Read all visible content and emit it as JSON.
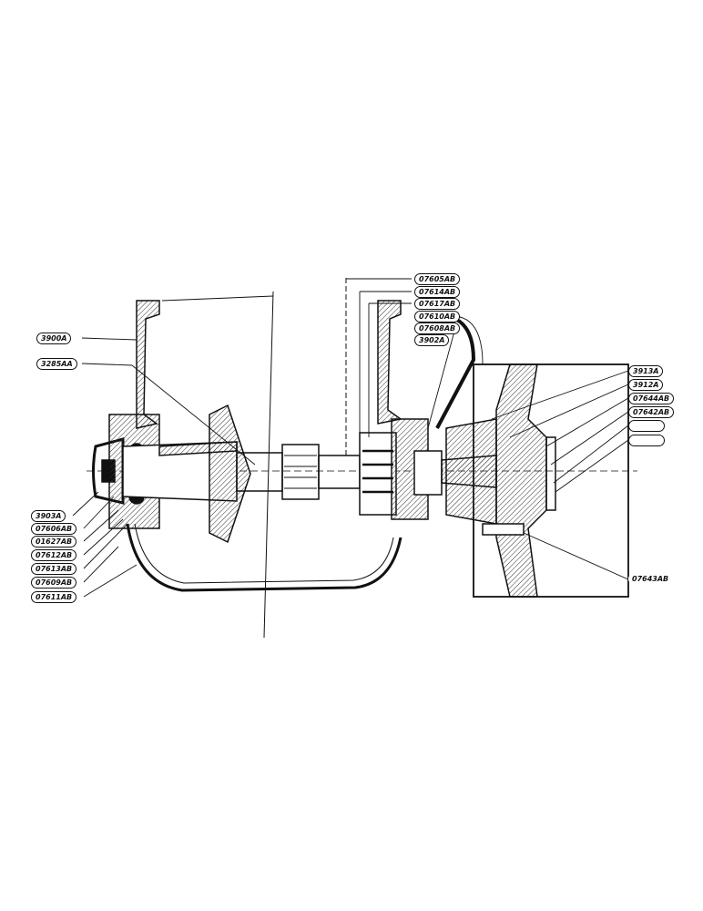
{
  "labels": {
    "l3900A": "3900A",
    "l3285AA": "3285AA",
    "l3903A": "3903A",
    "l07606AB": "07606AB",
    "l01627AB": "01627AB",
    "l07612AB": "07612AB",
    "l07613AB": "07613AB",
    "l07609AB": "07609AB",
    "l07611AB": "07611AB",
    "l07605AB": "07605AB",
    "l07614AB": "07614AB",
    "l07617AB": "07617AB",
    "l07610AB": "07610AB",
    "l07608AB": "07608AB",
    "l3902A": "3902A",
    "l3913A": "3913A",
    "l3912A": "3912A",
    "l07644AB": "07644AB",
    "l07642AB": "07642AB",
    "l07643AB": "07643AB"
  },
  "colors": {
    "ink": "#111111",
    "paper": "#ffffff"
  }
}
